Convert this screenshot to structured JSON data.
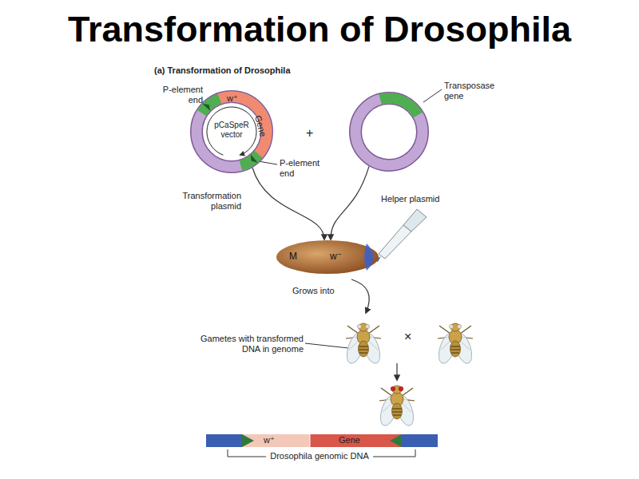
{
  "diagram": {
    "title": "Transformation of Drosophila",
    "nodes": [
      {
        "text": [
          "w⁺",
          "Gene",
          "pCaSpeR vector",
          "Transformation plasmid"
        ]
      },
      {
        "text": [
          "Helper plasmid"
        ]
      },
      {
        "text": [
          "M",
          "w⁻"
        ]
      },
      {
        "text": [
          "w⁺",
          "Gene"
        ]
      }
    ],
    "edges": [
      {
        "from": 0,
        "to": 2,
        "arrow": "to"
      },
      {
        "from": 1,
        "to": 2,
        "arrow": "to"
      }
    ],
    "labels": [
      "(a) Transformation of Drosophila",
      "P-element end",
      "P-element end",
      "+",
      "Transposase gene",
      "Grows into",
      "Gametes with transformed DNA in genome",
      "×",
      "Drosophila genomic DNA"
    ]
  }
}
